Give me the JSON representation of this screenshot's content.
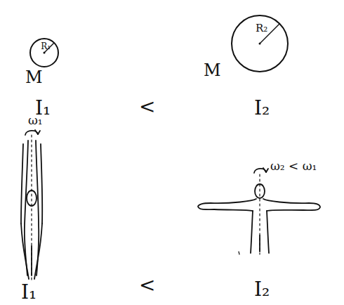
{
  "diagram": {
    "nodes": [
      {
        "text": [
          "R₁"
        ]
      },
      {
        "text": [
          "R₂"
        ]
      }
    ],
    "labels": [
      "M",
      "M",
      "I₁",
      "<",
      "I₂",
      "ω₁",
      "ω₂ < ω₁",
      "I₁",
      "<",
      "I₂"
    ]
  }
}
